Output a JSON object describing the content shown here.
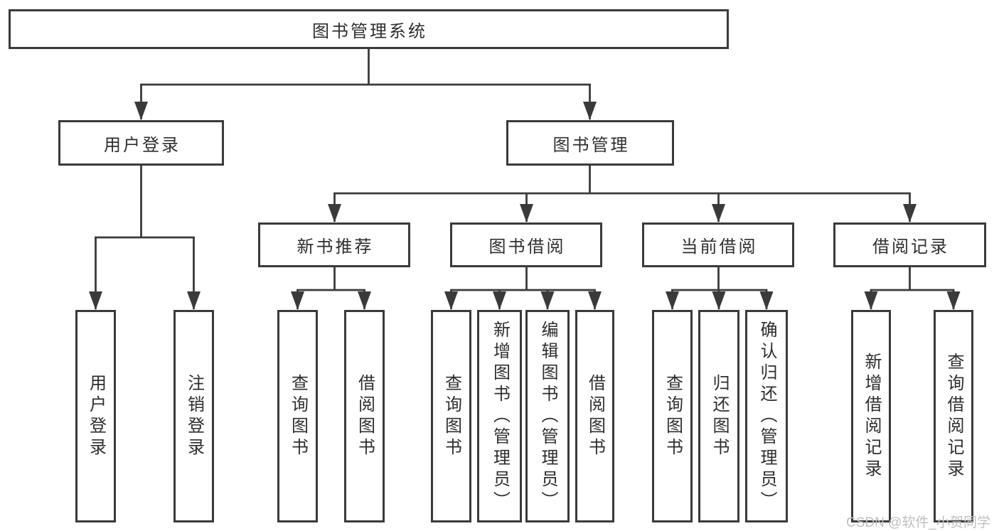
{
  "diagram": {
    "root": {
      "label": "图书管理系统"
    },
    "level2": [
      {
        "label": "用户登录",
        "children": [
          {
            "label": "用户登录"
          },
          {
            "label": "注销登录"
          }
        ]
      },
      {
        "label": "图书管理",
        "children": [
          {
            "label": "新书推荐",
            "children": [
              {
                "label": "查询图书"
              },
              {
                "label": "借阅图书"
              }
            ]
          },
          {
            "label": "图书借阅",
            "children": [
              {
                "label": "查询图书"
              },
              {
                "label": "新增图书（管理员）"
              },
              {
                "label": "编辑图书（管理员）"
              },
              {
                "label": "借阅图书"
              }
            ]
          },
          {
            "label": "当前借阅",
            "children": [
              {
                "label": "查询图书"
              },
              {
                "label": "归还图书"
              },
              {
                "label": "确认归还（管理员）"
              }
            ]
          },
          {
            "label": "借阅记录",
            "children": [
              {
                "label": "新增借阅记录"
              },
              {
                "label": "查询借阅记录"
              }
            ]
          }
        ]
      }
    ]
  },
  "watermark": {
    "text": "CSDN @软件_小贺同学"
  },
  "colors": {
    "line": "#3a3a3a",
    "text": "#2e2e2e",
    "box_fill": "#ffffff",
    "watermark": "#bfbfbf"
  }
}
